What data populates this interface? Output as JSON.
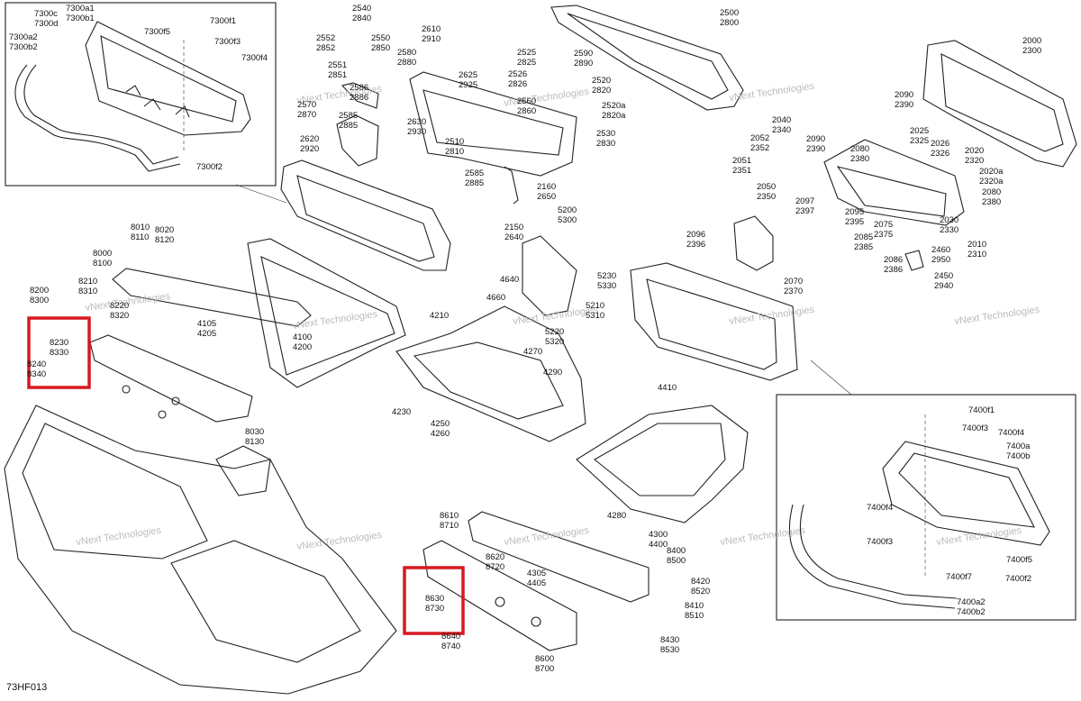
{
  "diagram_code": "73HF013",
  "watermark": "vNext Technologies",
  "highlight_color": "#d71920",
  "callouts": [
    {
      "l1": "7300c",
      "l2": "7300d"
    },
    {
      "l1": "7300a1",
      "l2": "7300b1"
    },
    {
      "l1": "7300a2",
      "l2": "7300b2"
    },
    {
      "l1": "7300f5",
      "l2": ""
    },
    {
      "l1": "7300f1",
      "l2": ""
    },
    {
      "l1": "7300f3",
      "l2": ""
    },
    {
      "l1": "7300f4",
      "l2": ""
    },
    {
      "l1": "7300f2",
      "l2": ""
    },
    {
      "l1": "2540",
      "l2": "2840"
    },
    {
      "l1": "2552",
      "l2": "2852"
    },
    {
      "l1": "2550",
      "l2": "2850"
    },
    {
      "l1": "2551",
      "l2": "2851"
    },
    {
      "l1": "2586",
      "l2": "2886"
    },
    {
      "l1": "2570",
      "l2": "2870"
    },
    {
      "l1": "2585",
      "l2": "2885"
    },
    {
      "l1": "2620",
      "l2": "2920"
    },
    {
      "l1": "2610",
      "l2": "2910"
    },
    {
      "l1": "2580",
      "l2": "2880"
    },
    {
      "l1": "2625",
      "l2": "2925"
    },
    {
      "l1": "2630",
      "l2": "2930"
    },
    {
      "l1": "2510",
      "l2": "2810"
    },
    {
      "l1": "2560",
      "l2": "2860"
    },
    {
      "l1": "2525",
      "l2": "2825"
    },
    {
      "l1": "2526",
      "l2": "2826"
    },
    {
      "l1": "2520",
      "l2": "2820"
    },
    {
      "l1": "2520a",
      "l2": "2820a"
    },
    {
      "l1": "2530",
      "l2": "2830"
    },
    {
      "l1": "2590",
      "l2": "2890"
    },
    {
      "l1": "2500",
      "l2": "2800"
    },
    {
      "l1": "2585",
      "l2": "2885"
    },
    {
      "l1": "2160",
      "l2": "2650"
    },
    {
      "l1": "2150",
      "l2": "2640"
    },
    {
      "l1": "2000",
      "l2": "2300"
    },
    {
      "l1": "2090",
      "l2": "2390"
    },
    {
      "l1": "2040",
      "l2": "2340"
    },
    {
      "l1": "2025",
      "l2": "2325"
    },
    {
      "l1": "2052",
      "l2": "2352"
    },
    {
      "l1": "2090",
      "l2": "2390"
    },
    {
      "l1": "2026",
      "l2": "2326"
    },
    {
      "l1": "2080",
      "l2": "2380"
    },
    {
      "l1": "2020",
      "l2": "2320"
    },
    {
      "l1": "2051",
      "l2": "2351"
    },
    {
      "l1": "2020a",
      "l2": "2320a"
    },
    {
      "l1": "2050",
      "l2": "2350"
    },
    {
      "l1": "2097",
      "l2": "2397"
    },
    {
      "l1": "2095",
      "l2": "2395"
    },
    {
      "l1": "2080",
      "l2": "2380"
    },
    {
      "l1": "2030",
      "l2": "2330"
    },
    {
      "l1": "2096",
      "l2": "2396"
    },
    {
      "l1": "2075",
      "l2": "2375"
    },
    {
      "l1": "2010",
      "l2": "2310"
    },
    {
      "l1": "2085",
      "l2": "2385"
    },
    {
      "l1": "2460",
      "l2": "2950"
    },
    {
      "l1": "2086",
      "l2": "2386"
    },
    {
      "l1": "2450",
      "l2": "2940"
    },
    {
      "l1": "2070",
      "l2": "2370"
    },
    {
      "l1": "8010",
      "l2": "8110"
    },
    {
      "l1": "8020",
      "l2": "8120"
    },
    {
      "l1": "8000",
      "l2": "8100"
    },
    {
      "l1": "8210",
      "l2": "8310"
    },
    {
      "l1": "8200",
      "l2": "8300"
    },
    {
      "l1": "8220",
      "l2": "8320"
    },
    {
      "l1": "8230",
      "l2": "8330"
    },
    {
      "l1": "8240",
      "l2": "8340"
    },
    {
      "l1": "4105",
      "l2": "4205"
    },
    {
      "l1": "4100",
      "l2": "4200"
    },
    {
      "l1": "8030",
      "l2": "8130"
    },
    {
      "l1": "4210",
      "l2": ""
    },
    {
      "l1": "5200",
      "l2": "5300"
    },
    {
      "l1": "4640",
      "l2": ""
    },
    {
      "l1": "4660",
      "l2": ""
    },
    {
      "l1": "5230",
      "l2": "5330"
    },
    {
      "l1": "5210",
      "l2": "5310"
    },
    {
      "l1": "5220",
      "l2": "5320"
    },
    {
      "l1": "4270",
      "l2": ""
    },
    {
      "l1": "4290",
      "l2": ""
    },
    {
      "l1": "4230",
      "l2": ""
    },
    {
      "l1": "4250",
      "l2": "4260"
    },
    {
      "l1": "4410",
      "l2": ""
    },
    {
      "l1": "4280",
      "l2": ""
    },
    {
      "l1": "4300",
      "l2": "4400"
    },
    {
      "l1": "7400f1",
      "l2": ""
    },
    {
      "l1": "7400f3",
      "l2": ""
    },
    {
      "l1": "7400f4",
      "l2": ""
    },
    {
      "l1": "7400a",
      "l2": "7400b"
    },
    {
      "l1": "7400f4",
      "l2": ""
    },
    {
      "l1": "7400f3",
      "l2": ""
    },
    {
      "l1": "7400f5",
      "l2": ""
    },
    {
      "l1": "7400f7",
      "l2": ""
    },
    {
      "l1": "7400f2",
      "l2": ""
    },
    {
      "l1": "7400a2",
      "l2": "7400b2"
    },
    {
      "l1": "8610",
      "l2": "8710"
    },
    {
      "l1": "8620",
      "l2": "8720"
    },
    {
      "l1": "4305",
      "l2": "4405"
    },
    {
      "l1": "8630",
      "l2": "8730"
    },
    {
      "l1": "8640",
      "l2": "8740"
    },
    {
      "l1": "8400",
      "l2": "8500"
    },
    {
      "l1": "8420",
      "l2": "8520"
    },
    {
      "l1": "8410",
      "l2": "8510"
    },
    {
      "l1": "8600",
      "l2": "8700"
    },
    {
      "l1": "8430",
      "l2": "8530"
    }
  ]
}
